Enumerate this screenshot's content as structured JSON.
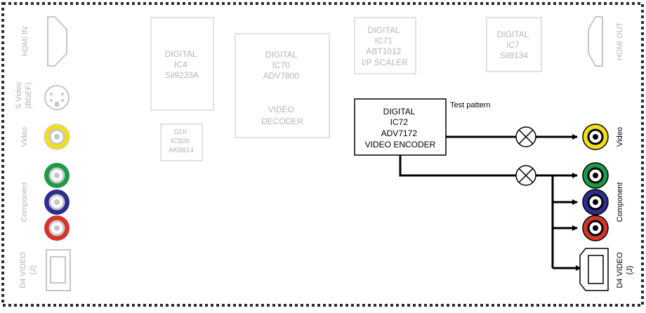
{
  "left_panel": {
    "hdmi_in": "HDMI IN",
    "s_video_line1": "S Video",
    "s_video_line2": "(BGEF)",
    "video": "Video",
    "component": "Component",
    "d4_line1": "D4 VIDEO",
    "d4_line2": "(J)"
  },
  "right_panel": {
    "hdmi_out": "HDMI OUT",
    "video": "Video",
    "component": "Component",
    "d4_line1": "D4 VIDEO",
    "d4_line2": "(J)"
  },
  "chips": {
    "ic4": [
      "DIGITAL",
      "IC4",
      "Sil9233A"
    ],
    "ic70": [
      "DIGITAL",
      "IC70",
      "ADV7800",
      "",
      "VIDEO",
      "DECODER"
    ],
    "ic71": [
      "DIGITAL",
      "IC71",
      "ABT1012",
      "I/P SCALER"
    ],
    "ic7": [
      "DIGITAL",
      "IC7",
      "Sil9134"
    ],
    "ic506": [
      "GUI",
      "IC506",
      "AK8814"
    ],
    "ic72": [
      "DIGITAL",
      "IC72",
      "ADV7172",
      "VIDEO ENCODER"
    ]
  },
  "annotations": {
    "test_pattern": "Test pattern"
  },
  "colors": {
    "faded": "#c6c6c6",
    "faded_text": "#b4b4b4",
    "active": "#000000",
    "border": "#2b2b2b",
    "video_yellow": "#f2de1d",
    "component_green": "#1d9a48",
    "component_blue": "#2b2e8e",
    "component_red": "#d6342a"
  }
}
